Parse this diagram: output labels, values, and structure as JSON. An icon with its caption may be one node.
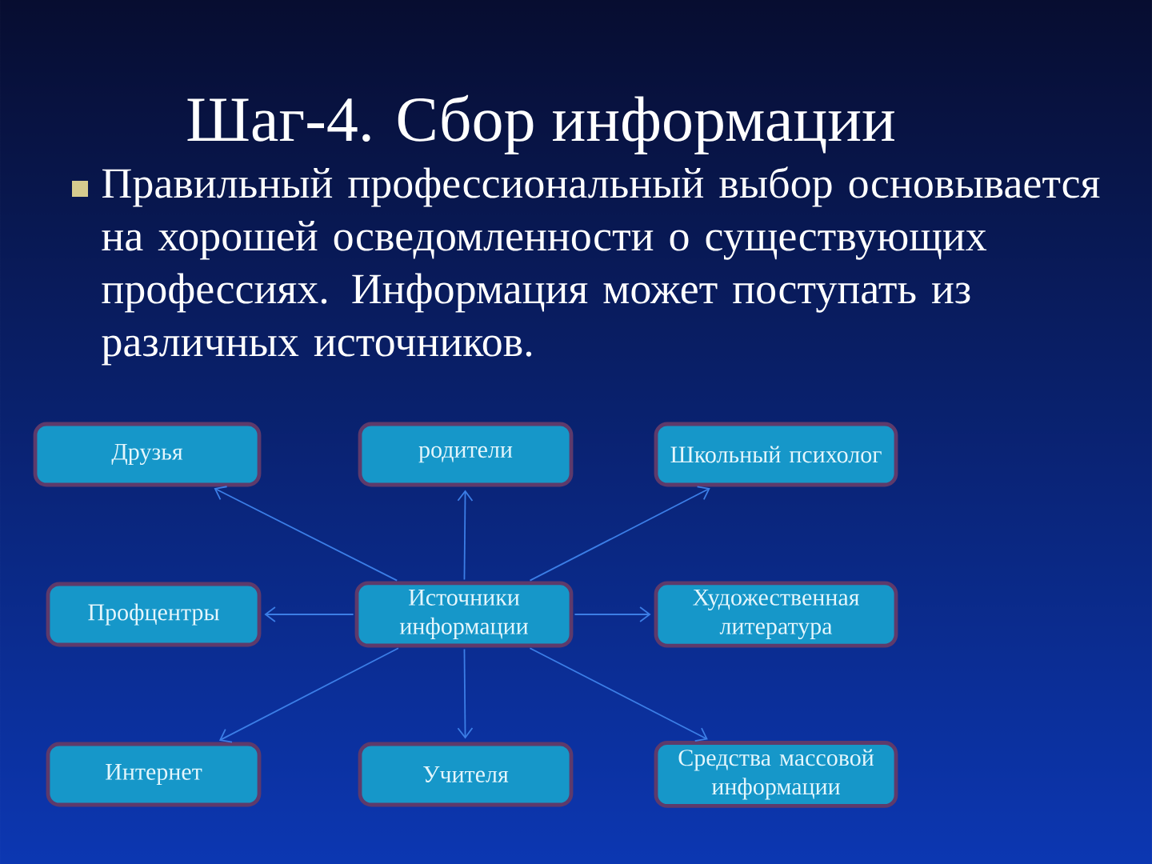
{
  "diagram": {
    "title": "Шаг-4. Сбор информации",
    "nodes": [
      {
        "text": [
          "Друзья"
        ]
      },
      {
        "text": [
          "родители"
        ]
      },
      {
        "text": [
          "Школьный психолог"
        ]
      },
      {
        "text": [
          "Профцентры"
        ]
      },
      {
        "text": [
          "Источники информации"
        ]
      },
      {
        "text": [
          "Художественная литература"
        ]
      },
      {
        "text": [
          "Интернет"
        ]
      },
      {
        "text": [
          "Учителя"
        ]
      },
      {
        "text": [
          "Средства массовой информации"
        ]
      }
    ],
    "edges": [
      {
        "from": 4,
        "to": 0,
        "arrow": "to"
      },
      {
        "from": 4,
        "to": 1,
        "arrow": "to"
      },
      {
        "from": 4,
        "to": 2,
        "arrow": "to"
      },
      {
        "from": 4,
        "to": 3,
        "arrow": "to"
      },
      {
        "from": 4,
        "to": 5,
        "arrow": "to"
      },
      {
        "from": 4,
        "to": 6,
        "arrow": "to"
      },
      {
        "from": 4,
        "to": 7,
        "arrow": "to"
      },
      {
        "from": 4,
        "to": 8,
        "arrow": "to"
      }
    ],
    "labels": [
      "Правильный профессиональный выбор основывается на хорошей осведомленности о существующих профессиях. Информация может поступать из различных источников."
    ]
  }
}
